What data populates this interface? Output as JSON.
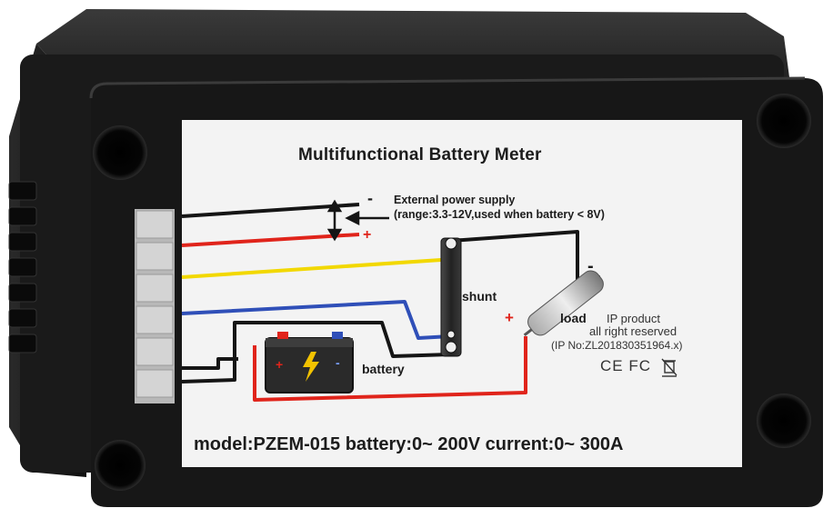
{
  "label": {
    "title": "Multifunctional Battery Meter",
    "ext_power_line1": "External power supply",
    "ext_power_line2": "(range:3.3-12V,used when battery < 8V)",
    "minus_sign": "-",
    "plus_sign": "+",
    "shunt": "shunt",
    "load": "load",
    "battery": "battery",
    "ip_line1": "IP product",
    "ip_line2": "all right reserved",
    "ip_line3": "(IP No:ZL201830351964.x)",
    "certifications": "CE FC",
    "model_line": "model:PZEM-015 battery:0~ 200V current:0~ 300A"
  },
  "colors": {
    "housing": "#161616",
    "label_bg": "#f3f3f3",
    "wire_red": "#e0241b",
    "wire_yellow": "#f2d800",
    "wire_blue": "#2f4fb8",
    "wire_black": "#151515",
    "terminal": "#c9c9c9"
  }
}
